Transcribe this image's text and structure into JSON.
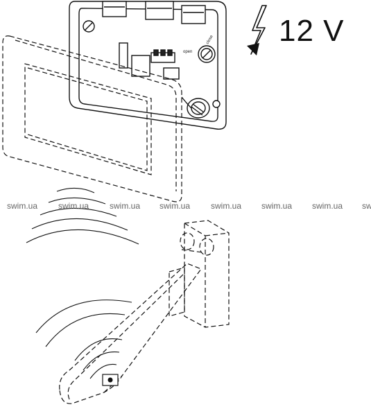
{
  "voltage": {
    "label": "12 V"
  },
  "module": {
    "open_label": "open",
    "close_label": "close"
  },
  "watermark": {
    "text": "swim.ua",
    "count": 8
  }
}
